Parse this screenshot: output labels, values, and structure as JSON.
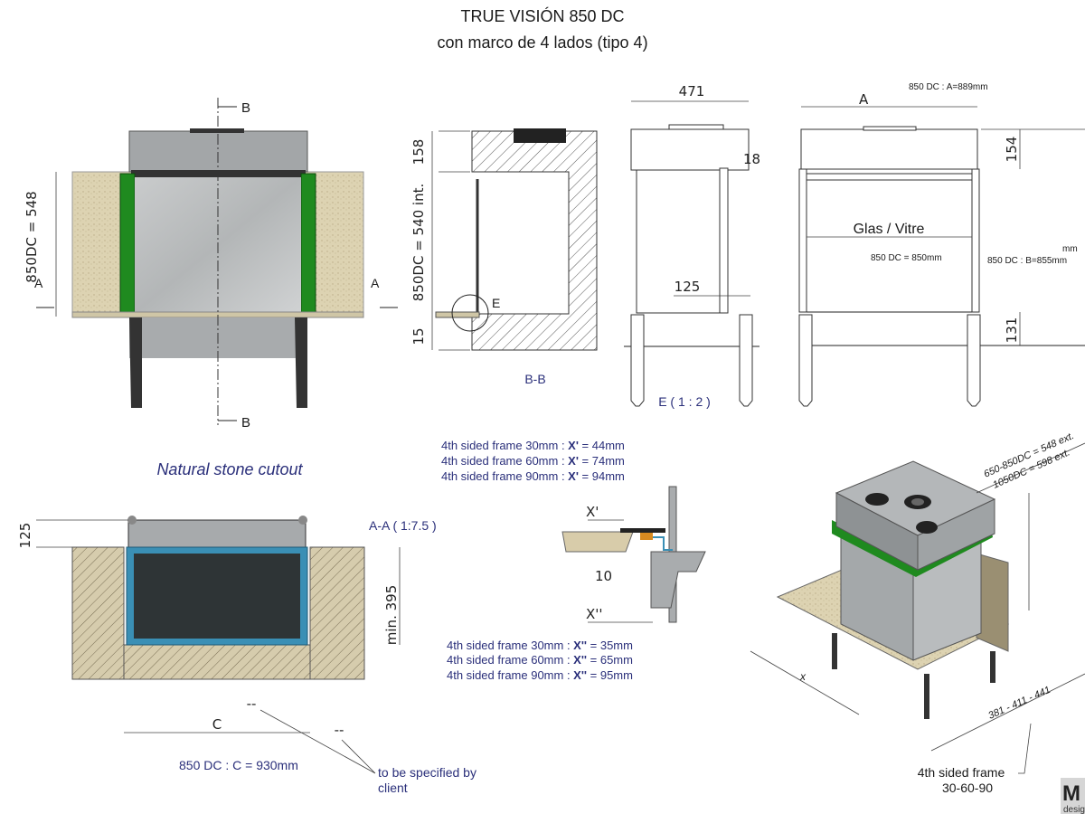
{
  "title": {
    "line1": "TRUE VISIÓN 850 DC",
    "line2": "con marco de 4 lados (tipo 4)"
  },
  "front_view": {
    "section_b_top": "B",
    "section_b_bottom": "B",
    "height_label": "850DC = 548",
    "section_a_left": "A",
    "section_a_right": "A"
  },
  "section_bb": {
    "top_dim": "158",
    "height_label": "850DC = 540 int.",
    "bottom_dim": "15",
    "detail_marker": "E",
    "caption": "B-B"
  },
  "side_view": {
    "width_dim": "471",
    "offset_dim": "18",
    "depth_dim": "125",
    "caption": "E ( 1 : 2 )"
  },
  "front_dims": {
    "a_note": "850 DC :   A=889mm",
    "a_label": "A",
    "top_dim": "154",
    "glass_label": "Glas / Vitre",
    "glass_note": "850 DC   = 850mm",
    "b_note_fragment": "mm",
    "b_note": "850 DC :   B=855mm",
    "bottom_dim": "131"
  },
  "cutout": {
    "title": "Natural stone cutout",
    "top_dim": "125",
    "section_caption": "A-A ( 1:7.5 )",
    "min_height": "min. 395",
    "c_label": "C",
    "c_note": "850 DC :   C = 930mm",
    "client_note_1": "to be specified by",
    "client_note_2": "client",
    "dash1": "--",
    "dash2": "--"
  },
  "frame_x_prime": [
    {
      "label": "4th sided frame  30mm  : ",
      "var": "X' ",
      "value": "= 44mm"
    },
    {
      "label": "4th sided  frame  60mm  : ",
      "var": "X' ",
      "value": "= 74mm"
    },
    {
      "label": "4th sided frame   90mm : ",
      "var": "X' ",
      "value": "= 94mm"
    }
  ],
  "detail": {
    "x_prime": "X'",
    "ten": "10",
    "x_double": "X''"
  },
  "frame_x_double": [
    {
      "label": "4th sided frame  30mm  : ",
      "var": "X'' ",
      "value": "= 35mm"
    },
    {
      "label": "4th sided frame  60mm  : ",
      "var": "X'' ",
      "value": "= 65mm"
    },
    {
      "label": "4th sided frame 90mm : ",
      "var": "X'' ",
      "value": "= 95mm"
    }
  ],
  "iso": {
    "ext_1": "650-850DC = 548 ext.",
    "ext_2": "1050DC = 598 ext.",
    "x_label": "x",
    "depth_dims": "381 - 411 - 441",
    "frame_label_1": "4th sided frame",
    "frame_label_2": "30-60-90"
  },
  "logo": {
    "letter": "M",
    "word": "design"
  },
  "colors": {
    "green": "#1f8a1f",
    "stone": "#d8ccaa",
    "steel": "#a9acae",
    "blue_text": "#2a2f7a",
    "blue_frame": "#3a8fb5"
  }
}
